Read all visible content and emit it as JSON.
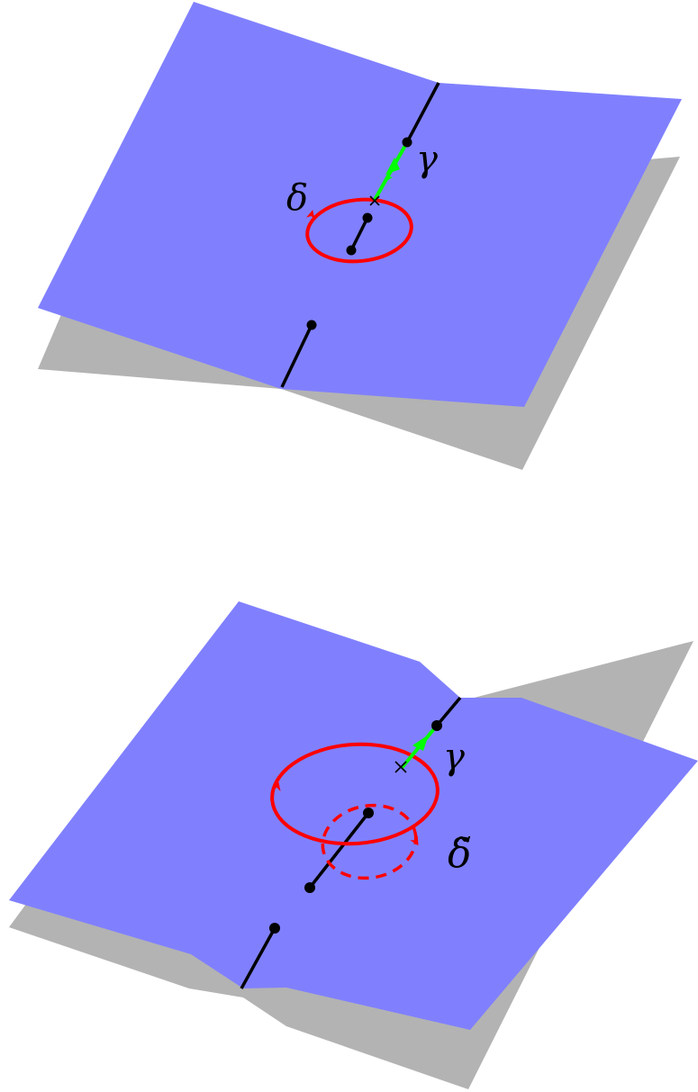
{
  "colors": {
    "sheet": "#8080ff",
    "shadow": "#b3b3b3",
    "branch_cut": "#000000",
    "loop": "#ff0000",
    "path": "#00ff00",
    "background": "#ffffff"
  },
  "top_diagram": {
    "loop_label": "δ",
    "path_label": "γ"
  },
  "bottom_diagram": {
    "loop_label": "δ̃",
    "path_label": "γ"
  }
}
